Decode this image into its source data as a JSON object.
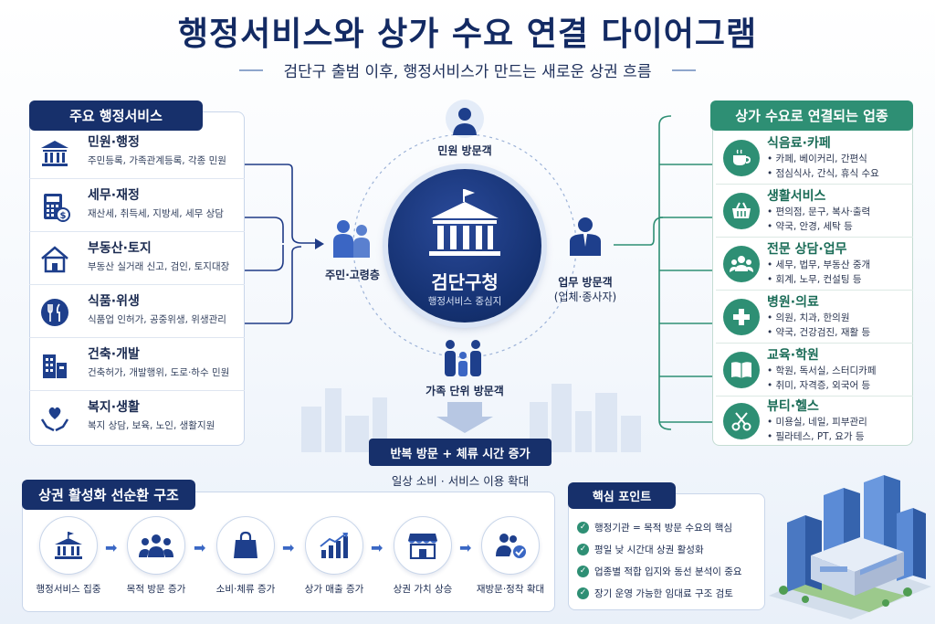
{
  "header": {
    "title": "행정서비스와 상가 수요 연결 다이어그램",
    "subtitle": "검단구 출범 이후, 행정서비스가 만드는 새로운 상권 흐름"
  },
  "left_panel": {
    "title": "주요 행정서비스",
    "items": [
      {
        "title": "민원·행정",
        "desc": "주민등록, 가족관계등록, 각종 민원",
        "icon": "city-hall-icon"
      },
      {
        "title": "세무·재정",
        "desc": "재산세, 취득세, 지방세, 세무 상담",
        "icon": "calculator-icon"
      },
      {
        "title": "부동산·토지",
        "desc": "부동산 실거래 신고, 검인, 토지대장",
        "icon": "house-icon"
      },
      {
        "title": "식품·위생",
        "desc": "식품업 인허가, 공중위생, 위생관리",
        "icon": "fork-knife-icon"
      },
      {
        "title": "건축·개발",
        "desc": "건축허가, 개발행위, 도로·하수 민원",
        "icon": "buildings-icon"
      },
      {
        "title": "복지·생활",
        "desc": "복지 상담, 보육, 노인, 생활지원",
        "icon": "heart-hands-icon"
      }
    ]
  },
  "center": {
    "name": "검단구청",
    "subtitle": "행정서비스 중심지",
    "visitors": {
      "top": "민원 방문객",
      "left": "주민·고령층",
      "right_line1": "업무 방문객",
      "right_line2": "(업체·종사자)",
      "bottom": "가족 단위 방문객"
    },
    "result": "반복 방문 + 체류 시간 증가",
    "result_sub": "일상 소비 · 서비스 이용 확대"
  },
  "right_panel": {
    "title": "상가 수요로 연결되는 업종",
    "items": [
      {
        "title": "식음료·카페",
        "lines": [
          "• 카페, 베이커리, 간편식",
          "• 점심식사, 간식, 휴식 수요"
        ],
        "icon": "coffee-cup-icon"
      },
      {
        "title": "생활서비스",
        "lines": [
          "• 편의점, 문구, 복사·출력",
          "• 약국, 안경, 세탁 등"
        ],
        "icon": "basket-icon"
      },
      {
        "title": "전문 상담·업무",
        "lines": [
          "• 세무, 법무, 부동산 중개",
          "• 회계, 노무, 컨설팅 등"
        ],
        "icon": "people-group-icon"
      },
      {
        "title": "병원·의료",
        "lines": [
          "• 의원, 치과, 한의원",
          "• 약국, 건강검진, 재활 등"
        ],
        "icon": "medical-cross-icon"
      },
      {
        "title": "교육·학원",
        "lines": [
          "• 학원, 독서실, 스터디카페",
          "• 취미, 자격증, 외국어 등"
        ],
        "icon": "open-book-icon"
      },
      {
        "title": "뷰티·헬스",
        "lines": [
          "• 미용실, 네일, 피부관리",
          "• 필라테스, PT, 요가 등"
        ],
        "icon": "scissors-icon"
      }
    ]
  },
  "cycle": {
    "title": "상권 활성화 선순환 구조",
    "steps": [
      "행정서비스 집중",
      "목적 방문 증가",
      "소비·체류 증가",
      "상가 매출 증가",
      "상권 가치 상승",
      "재방문·정착 확대"
    ]
  },
  "key_points": {
    "title": "핵심 포인트",
    "items": [
      "행정기관 = 목적 방문 수요의 핵심",
      "평일 낮 시간대 상권 활성화",
      "업종별 적합 입지와 동선 분석이 중요",
      "장기 운영 가능한 임대료 구조 검토"
    ]
  },
  "colors": {
    "navy": "#132a63",
    "green": "#2e8f74",
    "blue": "#3a67c4"
  }
}
